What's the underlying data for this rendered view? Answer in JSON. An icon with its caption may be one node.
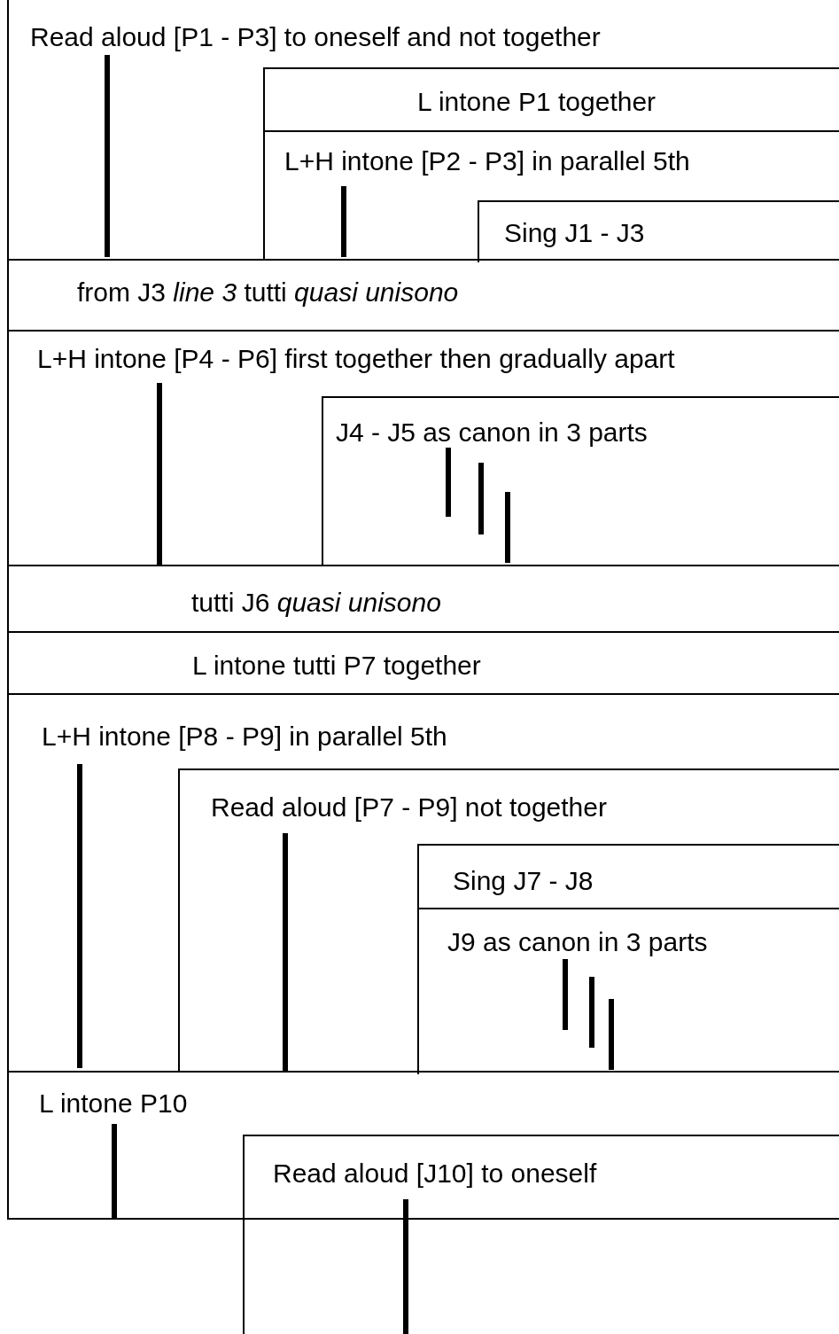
{
  "diagram": {
    "nodes": [
      {
        "text": [
          "Read aloud [P1 - P3] to oneself and not together"
        ]
      },
      {
        "text": [
          "L intone P1 together"
        ],
        "in": 0
      },
      {
        "text": [
          "L+H intone [P2 - P3] in parallel 5th"
        ],
        "in": 0
      },
      {
        "text": [
          "Sing J1 - J3"
        ],
        "in": 2
      },
      {
        "text": [
          "from J3 *line 3* tutti *quasi unisono*"
        ]
      },
      {
        "text": [
          "L+H intone [P4 - P6] first together then gradually apart"
        ]
      },
      {
        "text": [
          "J4 - J5 as canon in 3 parts"
        ],
        "in": 5
      },
      {
        "text": [
          "tutti J6 *quasi unisono*"
        ]
      },
      {
        "text": [
          "L intone tutti P7 together"
        ]
      },
      {
        "text": [
          "L+H intone [P8 - P9] in parallel 5th"
        ]
      },
      {
        "text": [
          "Read aloud [P7 - P9] not together"
        ],
        "in": 9
      },
      {
        "text": [
          "Sing J7 - J8"
        ],
        "in": 10
      },
      {
        "text": [
          "J9 as canon in 3 parts"
        ],
        "in": 10
      },
      {
        "text": [
          "L intone P10"
        ]
      },
      {
        "text": [
          "Read aloud [J10] to oneself"
        ]
      }
    ]
  }
}
